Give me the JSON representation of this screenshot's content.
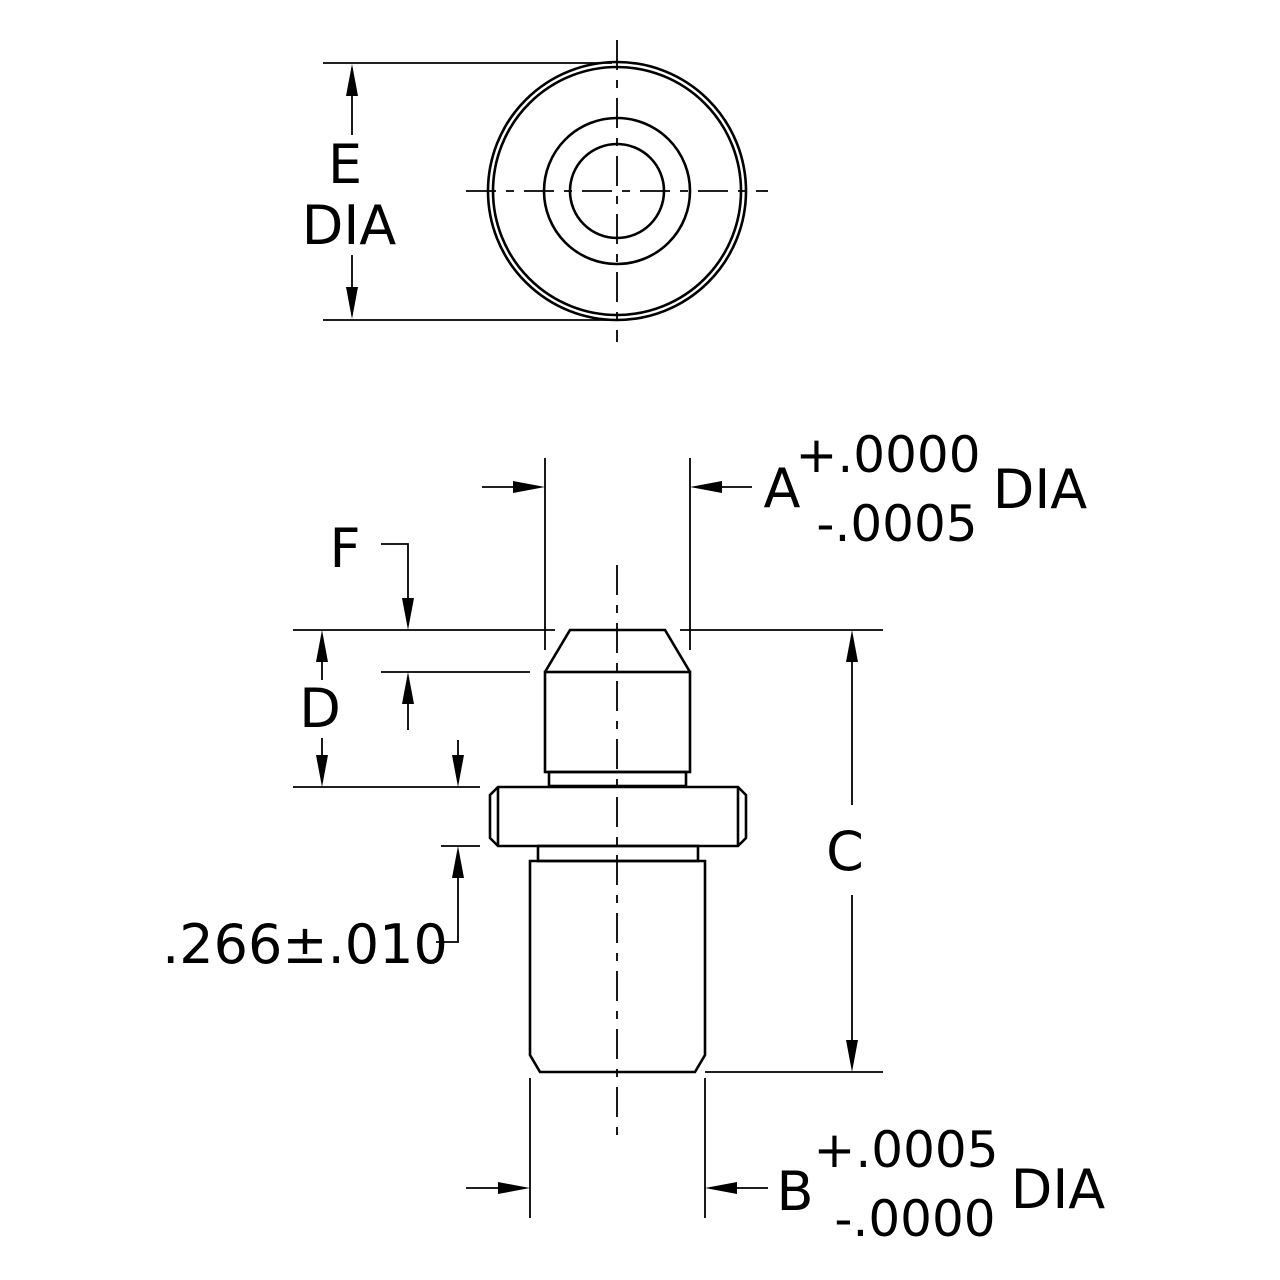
{
  "top_view": {
    "label_e": "E",
    "label_dia": "DIA"
  },
  "side_view": {
    "label_a": "A",
    "a_tol_plus": "+.0000",
    "a_tol_minus": "-.0005",
    "a_dia": "DIA",
    "label_f": "F",
    "label_d": "D",
    "label_c": "C",
    "flange_dim": ".266±.010",
    "label_b": "B",
    "b_tol_plus": "+.0005",
    "b_tol_minus": "-.0000",
    "b_dia": "DIA"
  }
}
